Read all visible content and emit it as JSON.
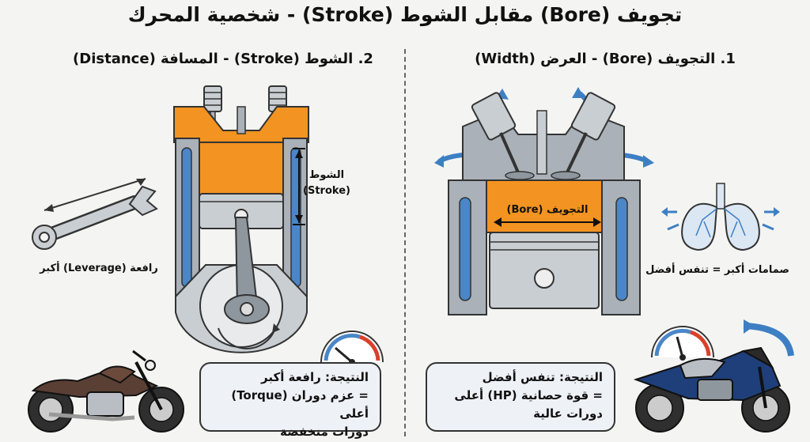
{
  "title": "تجويف (Bore) مقابل الشوط (Stroke) - شخصية المحرك",
  "sections": {
    "stroke": {
      "heading": "2. الشوط (Stroke) - المسافة (Distance)",
      "stroke_label_ar": "الشوط",
      "stroke_label_en": "(Stroke)",
      "lever_label": "رافعة (Leverage) أكبر",
      "result": [
        "النتيجة: رافعة أكبر",
        "= عزم دوران (Torque) أعلى",
        "دورات منخفضة"
      ]
    },
    "bore": {
      "heading": "1. التجويف (Bore) - العرض (Width)",
      "bore_label": "التجويف (Bore)",
      "valves_label": "صمامات أكبر = تنفس أفضل",
      "result": [
        "النتيجة: تنفس أفضل",
        "= قوة حصانية (HP) أعلى",
        "دورات عالية"
      ]
    }
  },
  "colors": {
    "piston_orange": "#f39321",
    "coolant_blue": "#4a86c8",
    "metal_grey": "#aab1b8",
    "outline": "#333333",
    "airflow_blue": "#3e7fc4",
    "gauge_red": "#d9412b"
  },
  "icons": [
    "wrench-icon",
    "lungs-icon",
    "tachometer-icon",
    "cruiser-motorcycle-icon",
    "sport-motorcycle-icon",
    "stroke-arrow-icon",
    "bore-arrow-icon"
  ]
}
